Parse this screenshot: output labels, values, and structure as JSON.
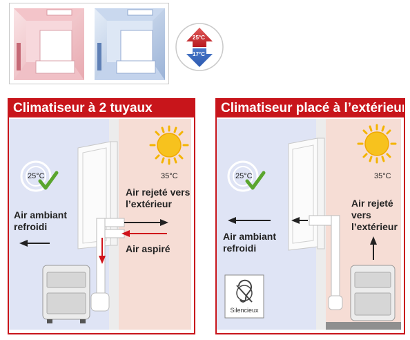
{
  "header": {
    "hot_temp": "25°C",
    "cold_temp": "17°C"
  },
  "panel_left": {
    "title": "Climatiseur à 2 tuyaux",
    "inside_temp": "25°C",
    "outside_temp": "35°C",
    "label_rejected": [
      "Air rejeté vers",
      "l’extérieur"
    ],
    "label_ambient": [
      "Air ambiant",
      "refroidi"
    ],
    "label_intake": "Air aspiré"
  },
  "panel_right": {
    "title": "Climatiseur placé à l’extérieur",
    "inside_temp": "25°C",
    "outside_temp": "35°C",
    "label_rejected": [
      "Air rejeté",
      "vers",
      "l’extérieur"
    ],
    "label_ambient": [
      "Air ambiant",
      "refroidi"
    ],
    "silent_label": "Silencieux"
  },
  "colors": {
    "accent_red": "#c8151b",
    "room_blue": "#dfe4f5",
    "room_pink": "#f6ddd5",
    "check_green": "#5aa52e",
    "sun_yellow": "#f7c21e"
  }
}
